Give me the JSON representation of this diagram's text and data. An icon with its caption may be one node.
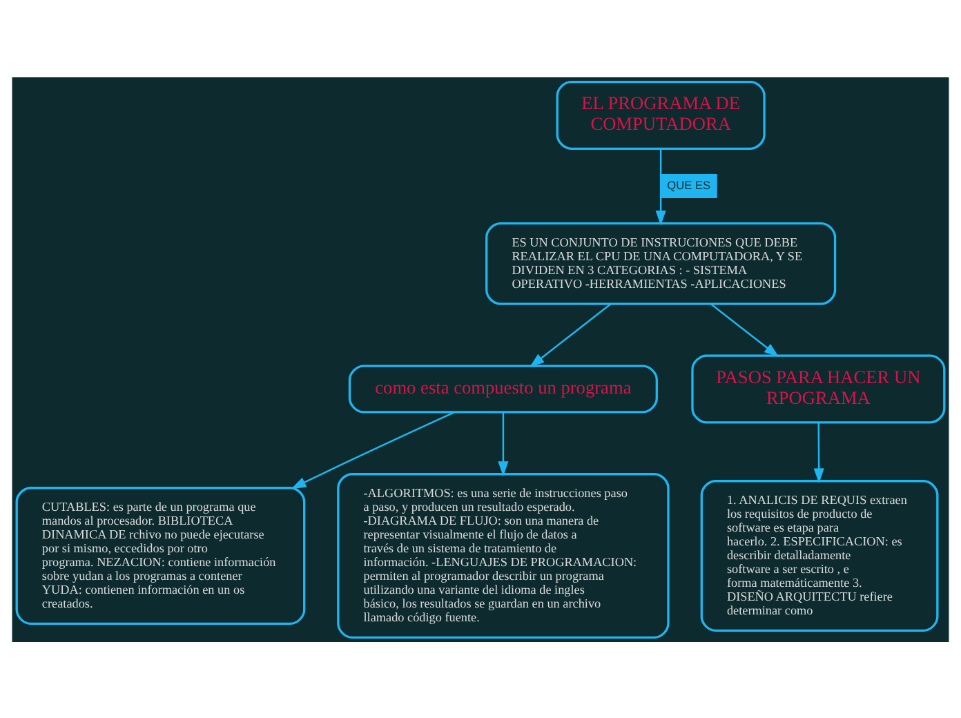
{
  "diagram": {
    "nodes": [
      {
        "text": [
          "EL PROGRAMA DE COMPUTADORA"
        ]
      },
      {
        "text": [
          "ES UN CONJUNTO DE INSTRUCIONES QUE DEBE REALIZAR EL CPU DE UNA COMPUTADORA, Y SE DIVIDEN EN 3 CATEGORIAS : - SISTEMA OPERATIVO -HERRAMIENTAS -APLICACIONES"
        ]
      },
      {
        "text": [
          "como esta compuesto un programa"
        ]
      },
      {
        "text": [
          "CUTABLES: es parte de un programa que mandos al procesador. BIBLIOTECA DINAMICA DE rchivo no puede ejecutarse por si mismo, eccedidos por otro programa. NEZACION: contiene información sobre yudan a los programas a contener YUDA: contienen información en un os creatados."
        ]
      },
      {
        "text": [
          "-ALGORITMOS: es una serie de instrucciones paso a paso, y producen un resultado esperado. -DIAGRAMA DE FLUJO: son una manera de representar visualmente el flujo de datos a través de un sistema de tratamiento de información. -LENGUAJES DE PROGRAMACION: permiten al programador describir un programa utilizando una variante del idioma de ingles básico, los resultados se guardan en un archivo llamado código fuente."
        ]
      },
      {
        "text": [
          "PASOS PARA HACER UN RPOGRAMA"
        ]
      },
      {
        "text": [
          "1. ANALICIS DE REQUIS extraen los requisitos de producto de software es etapa para hacerlo. 2. ESPECIFICACION: es describir detalladamente software a ser escrito , e forma matemáticamente 3. DISEÑO ARQUITECTU refiere determinar como"
        ]
      }
    ],
    "edges": [
      {
        "from": 0,
        "to": 1,
        "arrow": "to",
        "label": "QUE ES"
      },
      {
        "from": 1,
        "to": 2,
        "arrow": "to"
      },
      {
        "from": 1,
        "to": 5,
        "arrow": "to"
      },
      {
        "from": 2,
        "to": 3,
        "arrow": "to"
      },
      {
        "from": 2,
        "to": 4,
        "arrow": "to"
      },
      {
        "from": 5,
        "to": 6,
        "arrow": "to"
      }
    ]
  }
}
